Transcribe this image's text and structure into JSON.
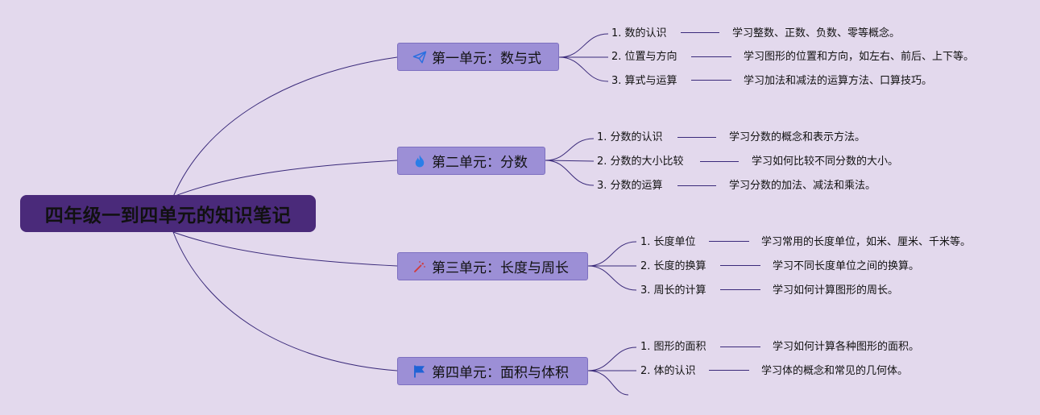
{
  "title": "四年级一到四单元的知识笔记",
  "colors": {
    "background": "#e3d9ed",
    "root": "#4a2a7a",
    "unit": "#9c8fd6",
    "line": "#3a2a7a"
  },
  "units": [
    {
      "label": "第一单元：数与式",
      "icon": "paper-plane-icon",
      "items": [
        {
          "label": "1. 数的认识",
          "desc": "学习整数、正数、负数、零等概念。"
        },
        {
          "label": "2. 位置与方向",
          "desc": "学习图形的位置和方向，如左右、前后、上下等。"
        },
        {
          "label": "3. 算式与运算",
          "desc": "学习加法和减法的运算方法、口算技巧。"
        }
      ]
    },
    {
      "label": "第二单元：分数",
      "icon": "flame-icon",
      "items": [
        {
          "label": "1. 分数的认识",
          "desc": "学习分数的概念和表示方法。"
        },
        {
          "label": "2. 分数的大小比较",
          "desc": "学习如何比较不同分数的大小。"
        },
        {
          "label": "3. 分数的运算",
          "desc": "学习分数的加法、减法和乘法。"
        }
      ]
    },
    {
      "label": "第三单元：长度与周长",
      "icon": "magic-wand-icon",
      "items": [
        {
          "label": "1. 长度单位",
          "desc": "学习常用的长度单位，如米、厘米、千米等。"
        },
        {
          "label": "2. 长度的换算",
          "desc": "学习不同长度单位之间的换算。"
        },
        {
          "label": "3. 周长的计算",
          "desc": "学习如何计算图形的周长。"
        }
      ]
    },
    {
      "label": "第四单元：面积与体积",
      "icon": "flag-icon",
      "items": [
        {
          "label": "1. 图形的面积",
          "desc": "学习如何计算各种图形的面积。"
        },
        {
          "label": "2. 体的认识",
          "desc": "学习体的概念和常见的几何体。"
        }
      ]
    }
  ]
}
